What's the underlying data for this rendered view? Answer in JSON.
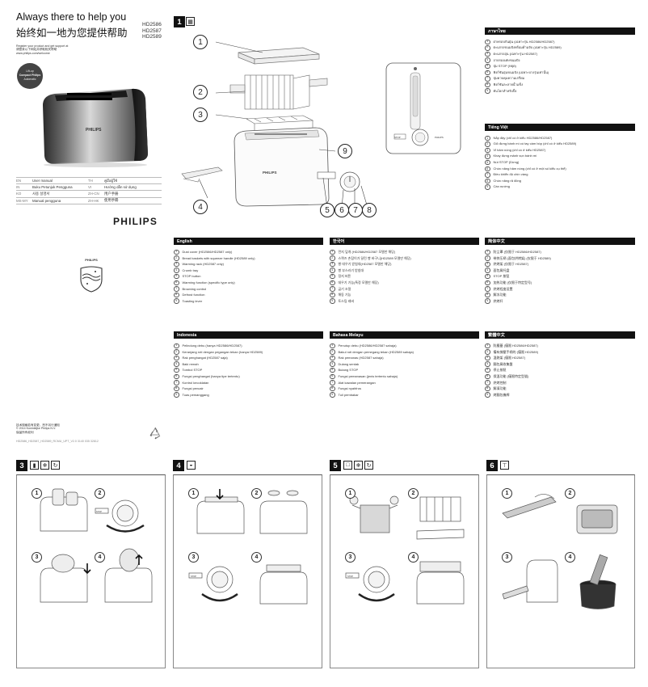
{
  "cover": {
    "title_en": "Always there to help you",
    "title_zh": "始终如一地为您提供帮助",
    "register_line1": "Register your product and get support at",
    "register_line2": "请登录以下网站并获取相关帮助",
    "register_url": "www.philips.com/welcome",
    "models": [
      "HD2586",
      "HD2587",
      "HD2589"
    ],
    "badge": [
      "Lift-up",
      "Compact Philips",
      "Automatic"
    ],
    "languages": [
      {
        "code": "EN",
        "name": "User manual",
        "code2": "TH",
        "name2": "คู่มือผู้ใช้"
      },
      {
        "code": "IN",
        "name": "Buku Petunjuk Pengguna",
        "code2": "VI",
        "name2": "Hướng dẫn sử dụng"
      },
      {
        "code": "KO",
        "name": "사용 설명서",
        "code2": "ZH-CN",
        "name2": "用户手册"
      },
      {
        "code": "MS-MY",
        "name": "Manual pengguna",
        "code2": "ZH-HK",
        "name2": "使用手冊"
      }
    ],
    "brand": "PHILIPS",
    "shield_text": "PHILIPS",
    "footer_line1": "技术规格若有变更，恕不另行通知",
    "footer_line2": "© 2014 Koninklijke Philips N.V.",
    "footer_line3": "保留所有权利",
    "footer_code": "HD2586_HD2587_HD2589_RCMU_UPT_V2.0 3140 035 32812"
  },
  "diagram": {
    "step": "1",
    "callouts": [
      "1",
      "2",
      "3",
      "4",
      "5",
      "6",
      "7",
      "8",
      "9"
    ],
    "toaster_brand": "PHILIPS"
  },
  "sections": [
    {
      "lang": "English",
      "items": [
        "Dust cover (HD2586/HD2587 only)",
        "Bread baskets with squeeze handle (HD2589 only)",
        "Warming rack (HD2587 only)",
        "Crumb tray",
        "STOP button",
        "Warming function (specific type only)",
        "Browning control",
        "Defrost function",
        "Toasting lever"
      ]
    },
    {
      "lang": "한국어",
      "items": [
        "먼지 덮개 (HD2586/HD2587 모델만 해당)",
        "스퀴즈 손잡이가 달린 빵 바구니(HD2589 모델만 해당)",
        "빵 데우기 받침대(HD2587 모델만 해당)",
        "빵 부스러기 받침대",
        "정지 버튼",
        "데우기 기능(특정 모델만 해당)",
        "굽기 조절",
        "해동 기능",
        "토스팅 레버"
      ]
    },
    {
      "lang": "简体中文",
      "items": [
        "防尘罩 (仅限于 HD2586/HD2587)",
        "带挤压柄 (面包烘烤架) (仅限于 HD2589)",
        "烘烤架 (仅限于 HD2587)",
        "面包屑托盘",
        "STOP 按钮",
        "加热功能 (仅限于特定型号)",
        "烘烤程度设置",
        "解冻功能",
        "烘烤杆"
      ]
    },
    {
      "lang": "Indonesia",
      "items": [
        "Pelindung debu (hanya HD2586/HD2587)",
        "Keranjang roti dengan pegangan tekan (hanya HD2589)",
        "Rak penghangat (HD2587 saja)",
        "Baki remah",
        "Tombol STOP",
        "Fungsi penghangat (hanya tipe tertentu)",
        "Kontrol kecoklatan",
        "Fungsi pencair",
        "Tuas pemanggang"
      ]
    },
    {
      "lang": "Bahasa Melayu",
      "items": [
        "Penutup debu (HD2586/HD2587 sahaja)",
        "Bakul roti dengan pemegang tekan (HD2589 sahaja)",
        "Rak pemanas (HD2587 sahaja)",
        "Dulang serdak",
        "Butang STOP",
        "Fungsi pemanasan (jenis tertentu sahaja)",
        "Alat kawalan pemerangan",
        "Fungsi nyahfros",
        "Tuil pembakar"
      ]
    },
    {
      "lang": "繁體中文",
      "items": [
        "防塵蓋 (僅限 HD2586/HD2587)",
        "備有擠壓手柄的 (僅限 HD2589)",
        "溫熱架 (僅限 HD2587)",
        "麵包屑收集盤",
        "停止按鈕",
        "保溫功能 (僅限特定型號)",
        "烘烤控制",
        "解凍功能",
        "烤麵包機桿"
      ]
    },
    {
      "lang": "ภาษาไทย",
      "items": [
        "ฝาครอบกันฝุ่น (เฉพาะรุ่น HD2586/HD2587)",
        "ตะแกรงขนมปังพร้อมด้ามจับ (เฉพาะรุ่น HD2589)",
        "ตะแกรงอุ่น (เฉพาะรุ่น HD2587)",
        "ถาดรองเศษขนมปัง",
        "ปุ่ม STOP (หยุด)",
        "ฟังก์ชันอุ่นขนมปัง (เฉพาะบางรุ่นเท่านั้น)",
        "ปุ่มควบคุมความเกรียม",
        "ฟังก์ชันละลายน้ำแข็ง",
        "คันโยกสำหรับปิ้ง"
      ]
    },
    {
      "lang": "Tiếng Việt",
      "items": [
        "Nắp đậy (chỉ có ở kiểu HD2586/HD2587)",
        "Giỏ đựng bánh mì có tay cầm bóp (chỉ có ở kiểu HD2589)",
        "Vỉ hâm nóng (chỉ có ở kiểu HD2587)",
        "Khay đựng mảnh vụn bánh mì",
        "Nút STOP (Dừng)",
        "Chức năng hâm nóng (chỉ có ở một số kiểu cụ thể)",
        "Điều khiển độ chín vàng",
        "Chức năng rã đông",
        "Cần nướng"
      ]
    }
  ],
  "steps": [
    {
      "num": "3",
      "icons": [
        "appliance-icon",
        "snowflake-icon",
        "reheat-icon"
      ],
      "frames": [
        "1",
        "2",
        "3",
        "4"
      ]
    },
    {
      "num": "4",
      "icons": [
        "bun-icon"
      ],
      "frames": [
        "1",
        "2",
        "3",
        "4"
      ]
    },
    {
      "num": "5",
      "icons": [
        "square-icon",
        "snowflake-icon",
        "reheat-icon"
      ],
      "frames": [
        "1",
        "2",
        "3",
        "4"
      ]
    },
    {
      "num": "6",
      "icons": [
        "tap-icon"
      ],
      "frames": [
        "1",
        "2",
        "3",
        "4"
      ]
    }
  ],
  "labels": {
    "stop": "STOP",
    "warm": "WARM"
  }
}
